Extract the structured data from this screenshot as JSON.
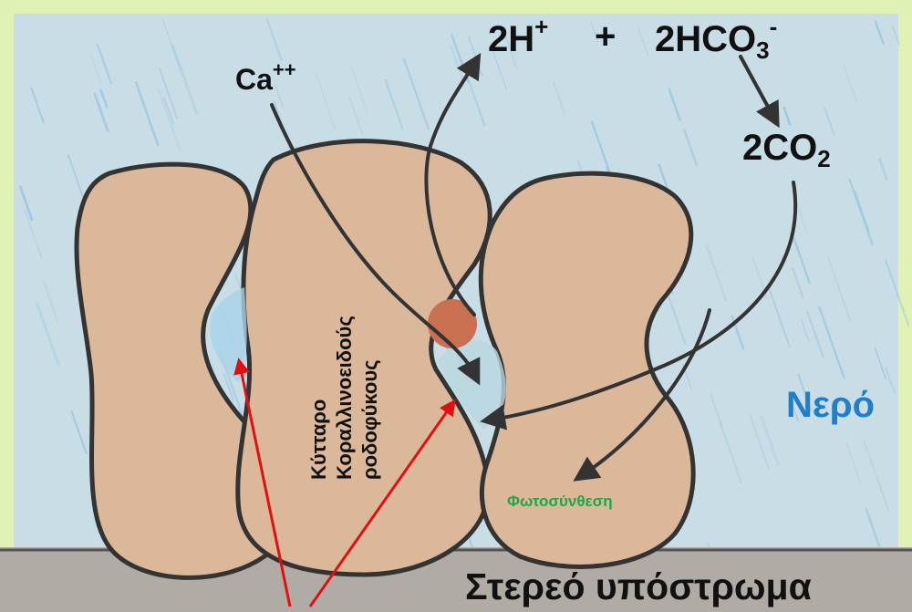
{
  "labels": {
    "proton": {
      "coef": "2H",
      "charge": "+"
    },
    "plus": "+",
    "bicarbonate": {
      "coef": "2HCO",
      "sub": "3",
      "charge": "-"
    },
    "carbon_dioxide": {
      "coef": "2CO",
      "sub": "2"
    },
    "calcium": {
      "base": "Ca",
      "charge": "++"
    },
    "water": "Νερό",
    "photosynthesis": "Φωτοσύνθεση",
    "substrate": "Στερεό υπόστρωμα",
    "cell_line1": "Κύτταρο",
    "cell_line2": "Κοραλλινοειδούς",
    "cell_line3": "ροδοφύκους"
  },
  "colors": {
    "border": "#dff2b3",
    "water": "#c9dde6",
    "water_stroke": "#6fb3da",
    "cell_fill": "#dbb89a",
    "substrate": "#b0aca5",
    "outline": "#333333",
    "red_arrow": "#e01010",
    "water_label": "#1f7fc9",
    "photosynthesis_label": "#1fa64a",
    "deposit": "#c8704f"
  }
}
